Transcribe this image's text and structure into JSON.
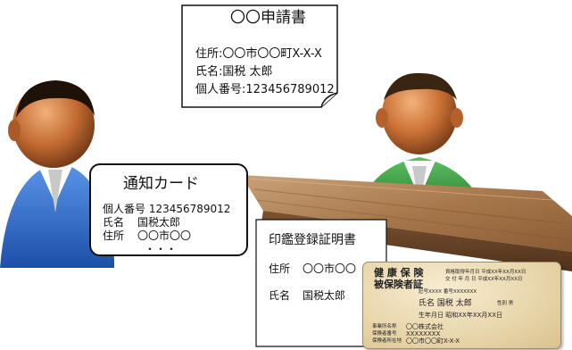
{
  "application_form": {
    "title": "〇〇申請書",
    "address": "住所:〇〇市〇〇町X-X-X",
    "name": "氏名:国税 太郎",
    "personal_number": "個人番号:123456789012"
  },
  "notification_card": {
    "title": "通知カード",
    "number_line": "個人番号 123456789012",
    "name_label": "氏名",
    "name_value": "国税太郎",
    "address_label": "住所",
    "address_value": "〇〇市〇〇",
    "ellipsis": "・・・"
  },
  "seal_certificate": {
    "title": "印鑑登録証明書",
    "address_label": "住所",
    "address_value": "〇〇市〇〇",
    "name_label": "氏名",
    "name_value": "国税太郎"
  },
  "insurance_card": {
    "title_line1": "健 康 保 険",
    "title_line2": "被保険者証",
    "issue_line1": "資格取得年月日 平成XX年XX月XX日",
    "issue_line2": "交 付 年 月 日 平成XX年XX月XX日",
    "code_line": "記号XXXX 番号XXXXXXX",
    "name": "氏名 国税 太郎",
    "sex": "性別 男",
    "birth": "生年月日 昭和XX年XX月XX日",
    "employer_label": "事業所名称",
    "employer_value": "〇〇株式会社",
    "insurer_no_label": "保険者番号",
    "insurer_no_value": "XXXXXXXX",
    "insurer_addr_label": "保険者所在地",
    "insurer_addr_value": "〇〇市〇〇町X-X-X"
  },
  "colors": {
    "left_person_shirt": "#2f6ed3",
    "right_person_shirt": "#2e8b3a",
    "skin": "#c8753c",
    "desk": "#9a6a40"
  }
}
